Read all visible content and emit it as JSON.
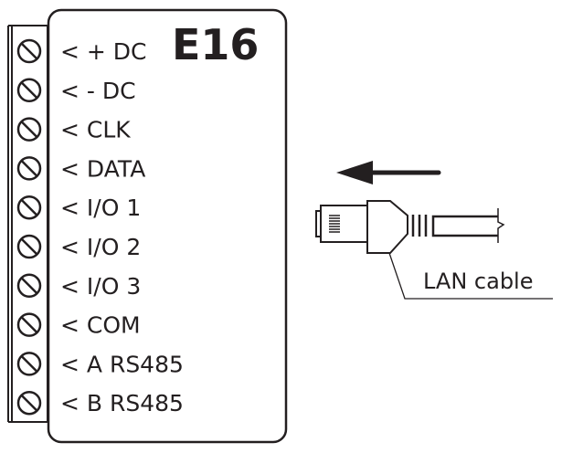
{
  "module": {
    "title": "E16",
    "terminals": [
      {
        "label": "< + DC"
      },
      {
        "label": "< - DC"
      },
      {
        "label": "< CLK"
      },
      {
        "label": "< DATA"
      },
      {
        "label": "< I/O 1"
      },
      {
        "label": "< I/O 2"
      },
      {
        "label": "< I/O 3"
      },
      {
        "label": "< COM"
      },
      {
        "label": "< A RS485"
      },
      {
        "label": "< B RS485"
      }
    ],
    "terminal_icon": "screw-terminal-icon"
  },
  "cable": {
    "label": "LAN cable",
    "arrow_direction": "left",
    "connector_icon": "rj45-plug-icon"
  },
  "colors": {
    "stroke": "#231f20",
    "background": "#ffffff"
  }
}
